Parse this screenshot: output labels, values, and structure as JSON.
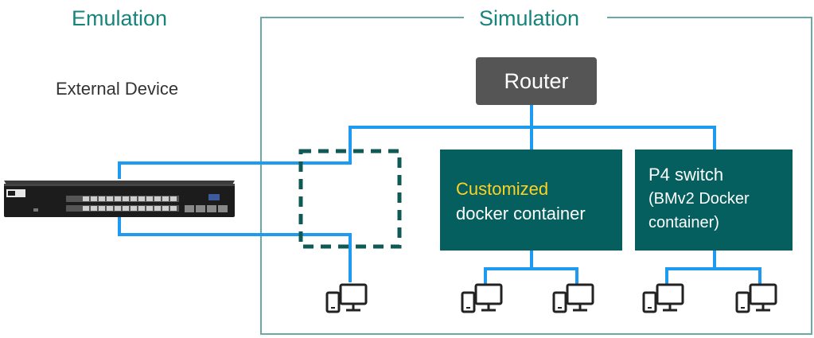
{
  "labels": {
    "emulation": "Emulation",
    "simulation": "Simulation",
    "external_device": "External Device",
    "router": "Router",
    "custom_container_highlight": "Customized",
    "custom_container_rest": "docker container",
    "p4_line1": "P4 switch",
    "p4_line2": "(BMv2 Docker",
    "p4_line3": "container)"
  },
  "colors": {
    "section_title": "#17847a",
    "body_text": "#333333",
    "router_fill": "#555555",
    "router_text": "#ffffff",
    "container_fill": "#065f5f",
    "container_text": "#ffffff",
    "highlight_text": "#ffd21f",
    "link": "#1e9bf0",
    "frame": "#6aaaa6",
    "dashed_box": "#0f5a55",
    "device_icon": "#222222"
  },
  "icons": {
    "device_pair": "tablet-monitor-icon",
    "switch": "network-switch-icon"
  }
}
